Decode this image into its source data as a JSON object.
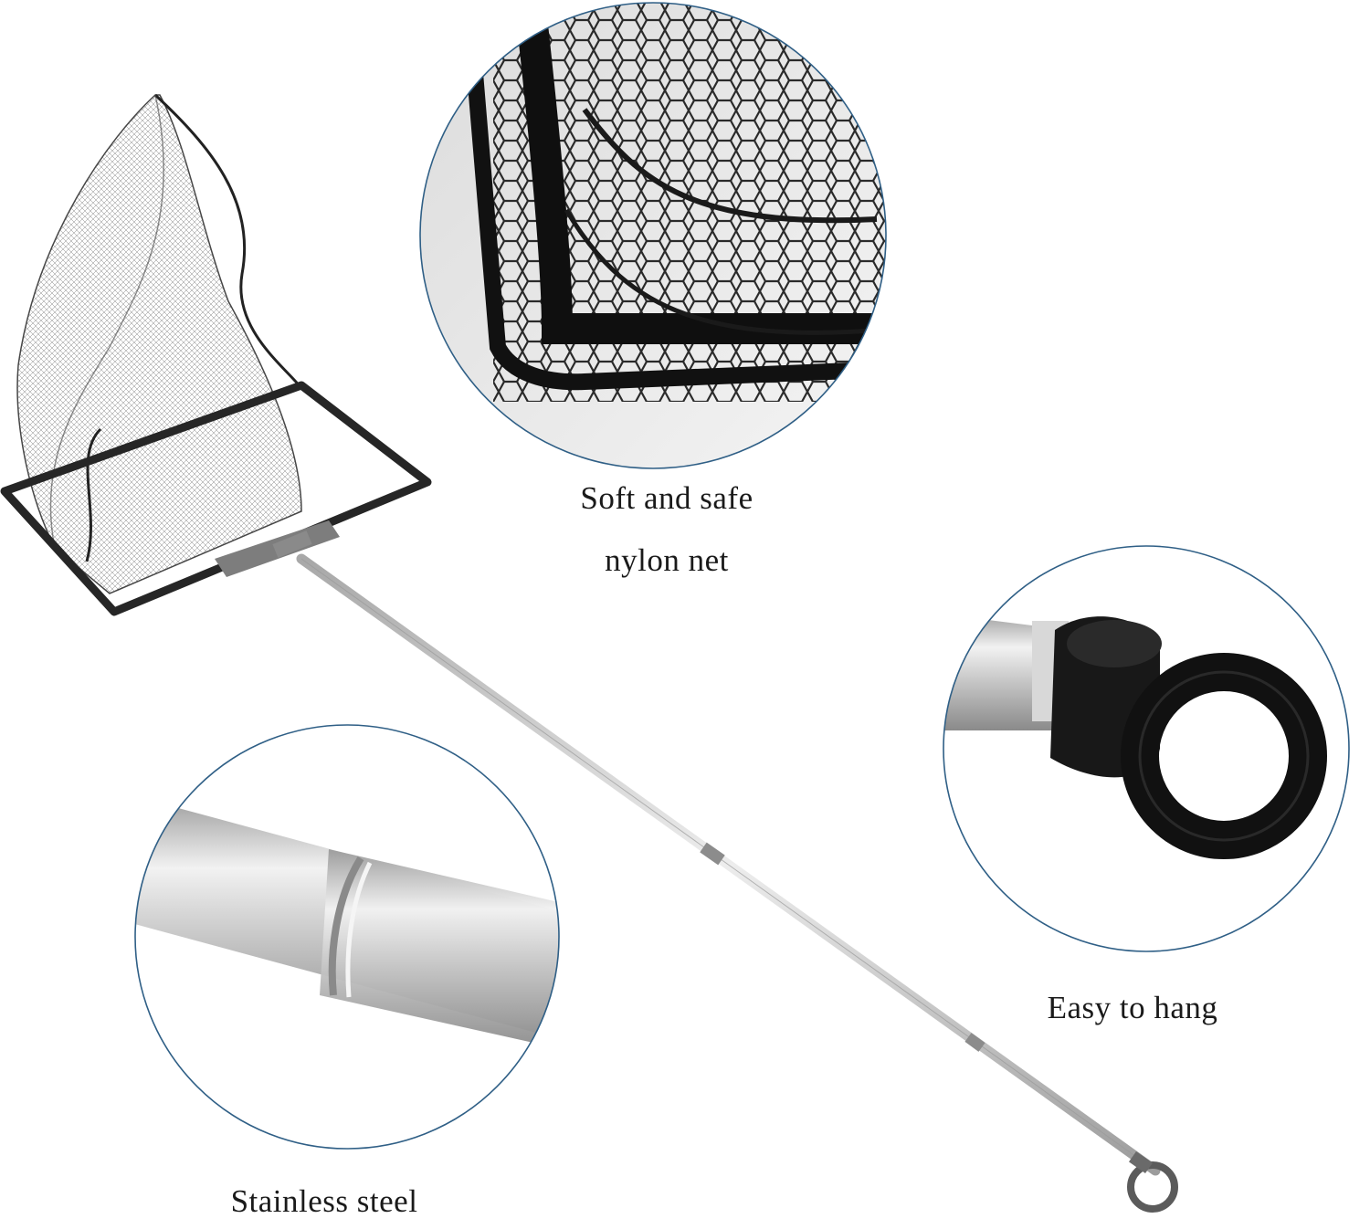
{
  "captions": {
    "net_line1": "Soft and safe",
    "net_line2": "nylon net",
    "hang": "Easy to hang",
    "steel": "Stainless steel"
  },
  "colors": {
    "circle_outline": "#2f5f86",
    "net_dark": "#1e1e1e",
    "steel_light": "#e6e6e6",
    "steel_mid": "#b9b9b9",
    "ring_black": "#111111"
  }
}
